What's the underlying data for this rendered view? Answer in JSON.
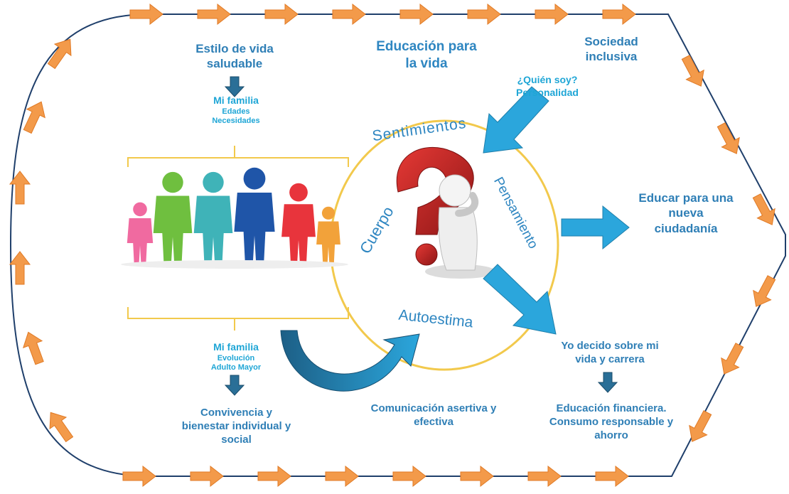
{
  "title": "Educación para la vida",
  "colors": {
    "cycle_arrow": "#f39a4a",
    "border_line": "#1f3f6b",
    "ellipse": "#f2c94c",
    "blue_arrow": "#2ba6dc",
    "text_dark": "#2f7fb6",
    "text_light": "#1fa6d6",
    "question_mark": "#c62828"
  },
  "top_left": {
    "line1": "Estilo de vida",
    "line2": "saludable"
  },
  "mi_familia_top": {
    "heading": "Mi familia",
    "line1": "Edades",
    "line2": "Necesidades"
  },
  "top_center": {
    "line1": "Educación para",
    "line2": "la vida"
  },
  "top_right": {
    "line1": "Sociedad",
    "line2": "inclusiva"
  },
  "quien_soy": {
    "line1": "¿Quién soy?",
    "line2": "Personalidad"
  },
  "center_words": {
    "sentimientos": "Sentimientos",
    "cuerpo": "Cuerpo",
    "pensamiento": "Pensamiento",
    "autoestima": "Autoestima"
  },
  "right_middle": {
    "line1": "Educar para una",
    "line2": "nueva",
    "line3": "ciudadanía"
  },
  "mi_familia_bottom": {
    "heading": "Mi familia",
    "line1": "Evolución",
    "line2": "Adulto Mayor"
  },
  "bottom_left": {
    "line1": "Convivencia y",
    "line2": "bienestar individual y",
    "line3": "social"
  },
  "bottom_center": {
    "line1": "Comunicación asertiva y",
    "line2": "efectiva"
  },
  "right_lower": {
    "line1": "Yo decido sobre mi",
    "line2": "vida y carrera"
  },
  "bottom_right": {
    "line1": "Educación financiera.",
    "line2": "Consumo responsable  y",
    "line3": "ahorro"
  },
  "family_figures": [
    {
      "name": "girl",
      "color": "#f06aa0"
    },
    {
      "name": "grandmother",
      "color": "#6fbf3f"
    },
    {
      "name": "grandfather",
      "color": "#3fb3b8"
    },
    {
      "name": "father",
      "color": "#1f55a8"
    },
    {
      "name": "mother",
      "color": "#e8343c"
    },
    {
      "name": "boy",
      "color": "#f2a23a"
    }
  ]
}
